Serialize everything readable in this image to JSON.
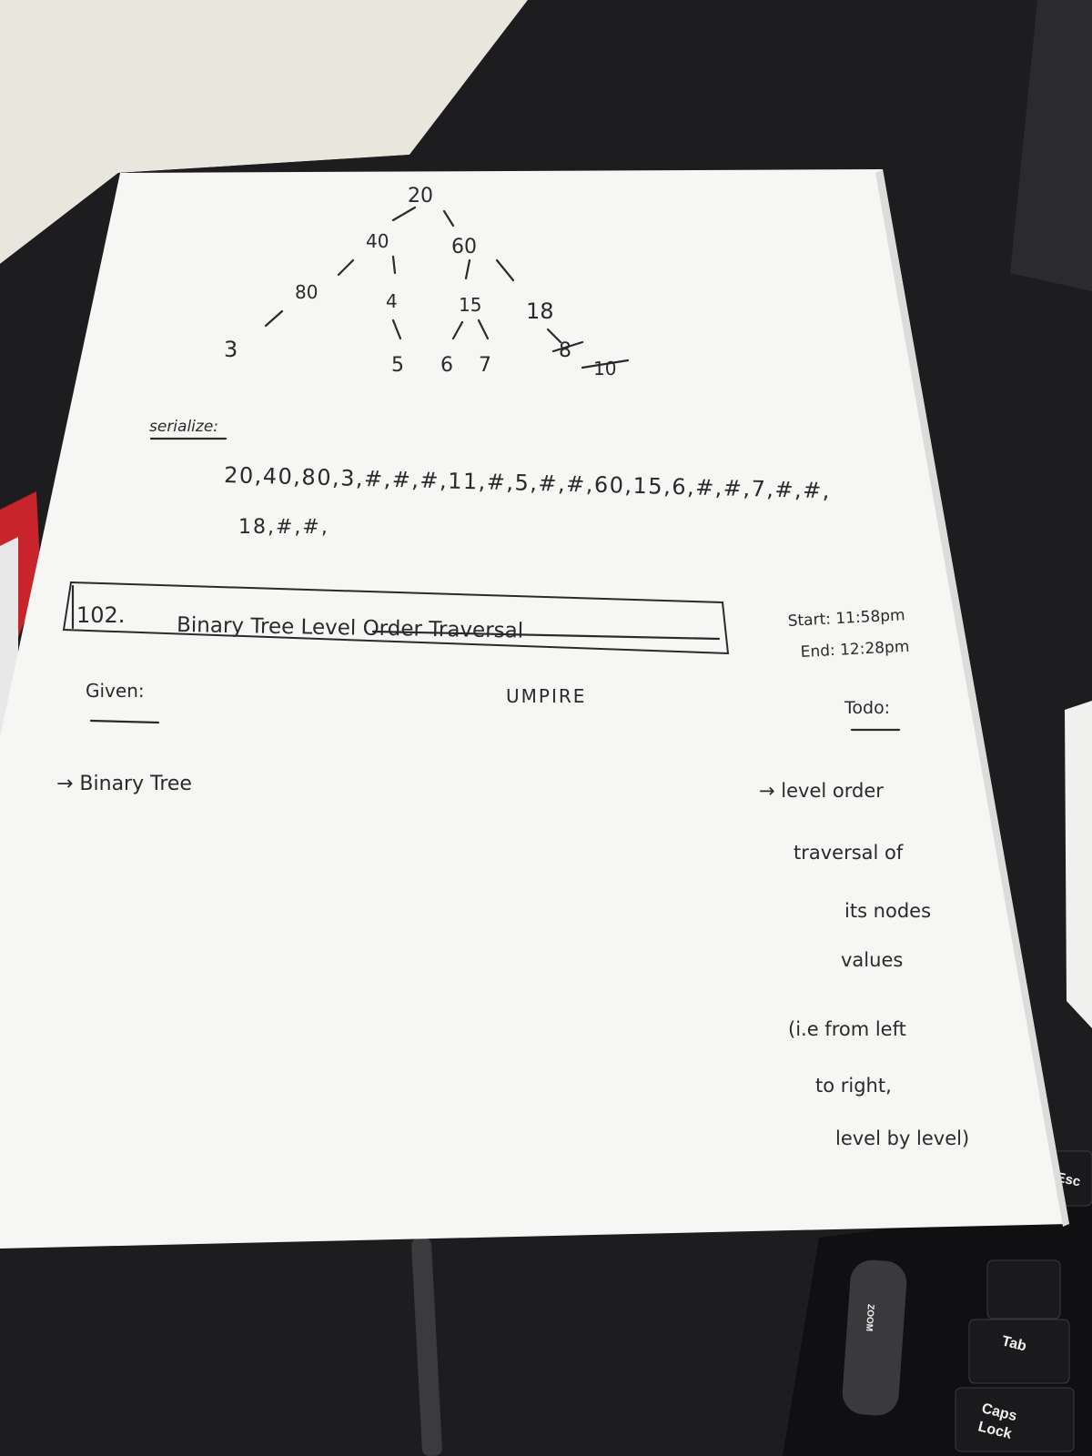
{
  "tree": {
    "nodes": [
      {
        "id": "n20",
        "label": "20"
      },
      {
        "id": "n40",
        "label": "40"
      },
      {
        "id": "n60",
        "label": "60"
      },
      {
        "id": "n80",
        "label": "80"
      },
      {
        "id": "n4",
        "label": "4"
      },
      {
        "id": "n15",
        "label": "15"
      },
      {
        "id": "n18",
        "label": "18"
      },
      {
        "id": "n3",
        "label": "3"
      },
      {
        "id": "n5",
        "label": "5"
      },
      {
        "id": "n6",
        "label": "6"
      },
      {
        "id": "n7",
        "label": "7"
      }
    ],
    "crossed_out": [
      "8",
      "10"
    ]
  },
  "serialize": {
    "label": "serialize:",
    "line1": "20,40,80,3,#,#,#,11,#,5,#,#,60,15,6,#,#,7,#,#,",
    "line2": "18,#,#,"
  },
  "problem": {
    "number": "102.",
    "title": "Binary Tree Level Order Traversal"
  },
  "timing": {
    "start": "Start: 11:58pm",
    "end": "End: 12:28pm"
  },
  "given": {
    "label": "Given:",
    "item": "→ Binary Tree"
  },
  "middle_note": "UMPIRE",
  "todo": {
    "label": "Todo:",
    "lines": [
      "→ level order",
      "traversal of",
      "its nodes",
      "values",
      "(i.e from left",
      "to right,",
      "level by level)"
    ]
  },
  "keyboard": {
    "zoom_label": "ZOOM",
    "esc_label": "Esc",
    "tab_label": "Tab",
    "caps_line1": "Caps",
    "caps_line2": "Lock"
  },
  "colors": {
    "paper": "#f6f6f4",
    "desk": "#1c1c1e",
    "wall": "#e9e6dd",
    "ink": "#2a2a2a"
  }
}
